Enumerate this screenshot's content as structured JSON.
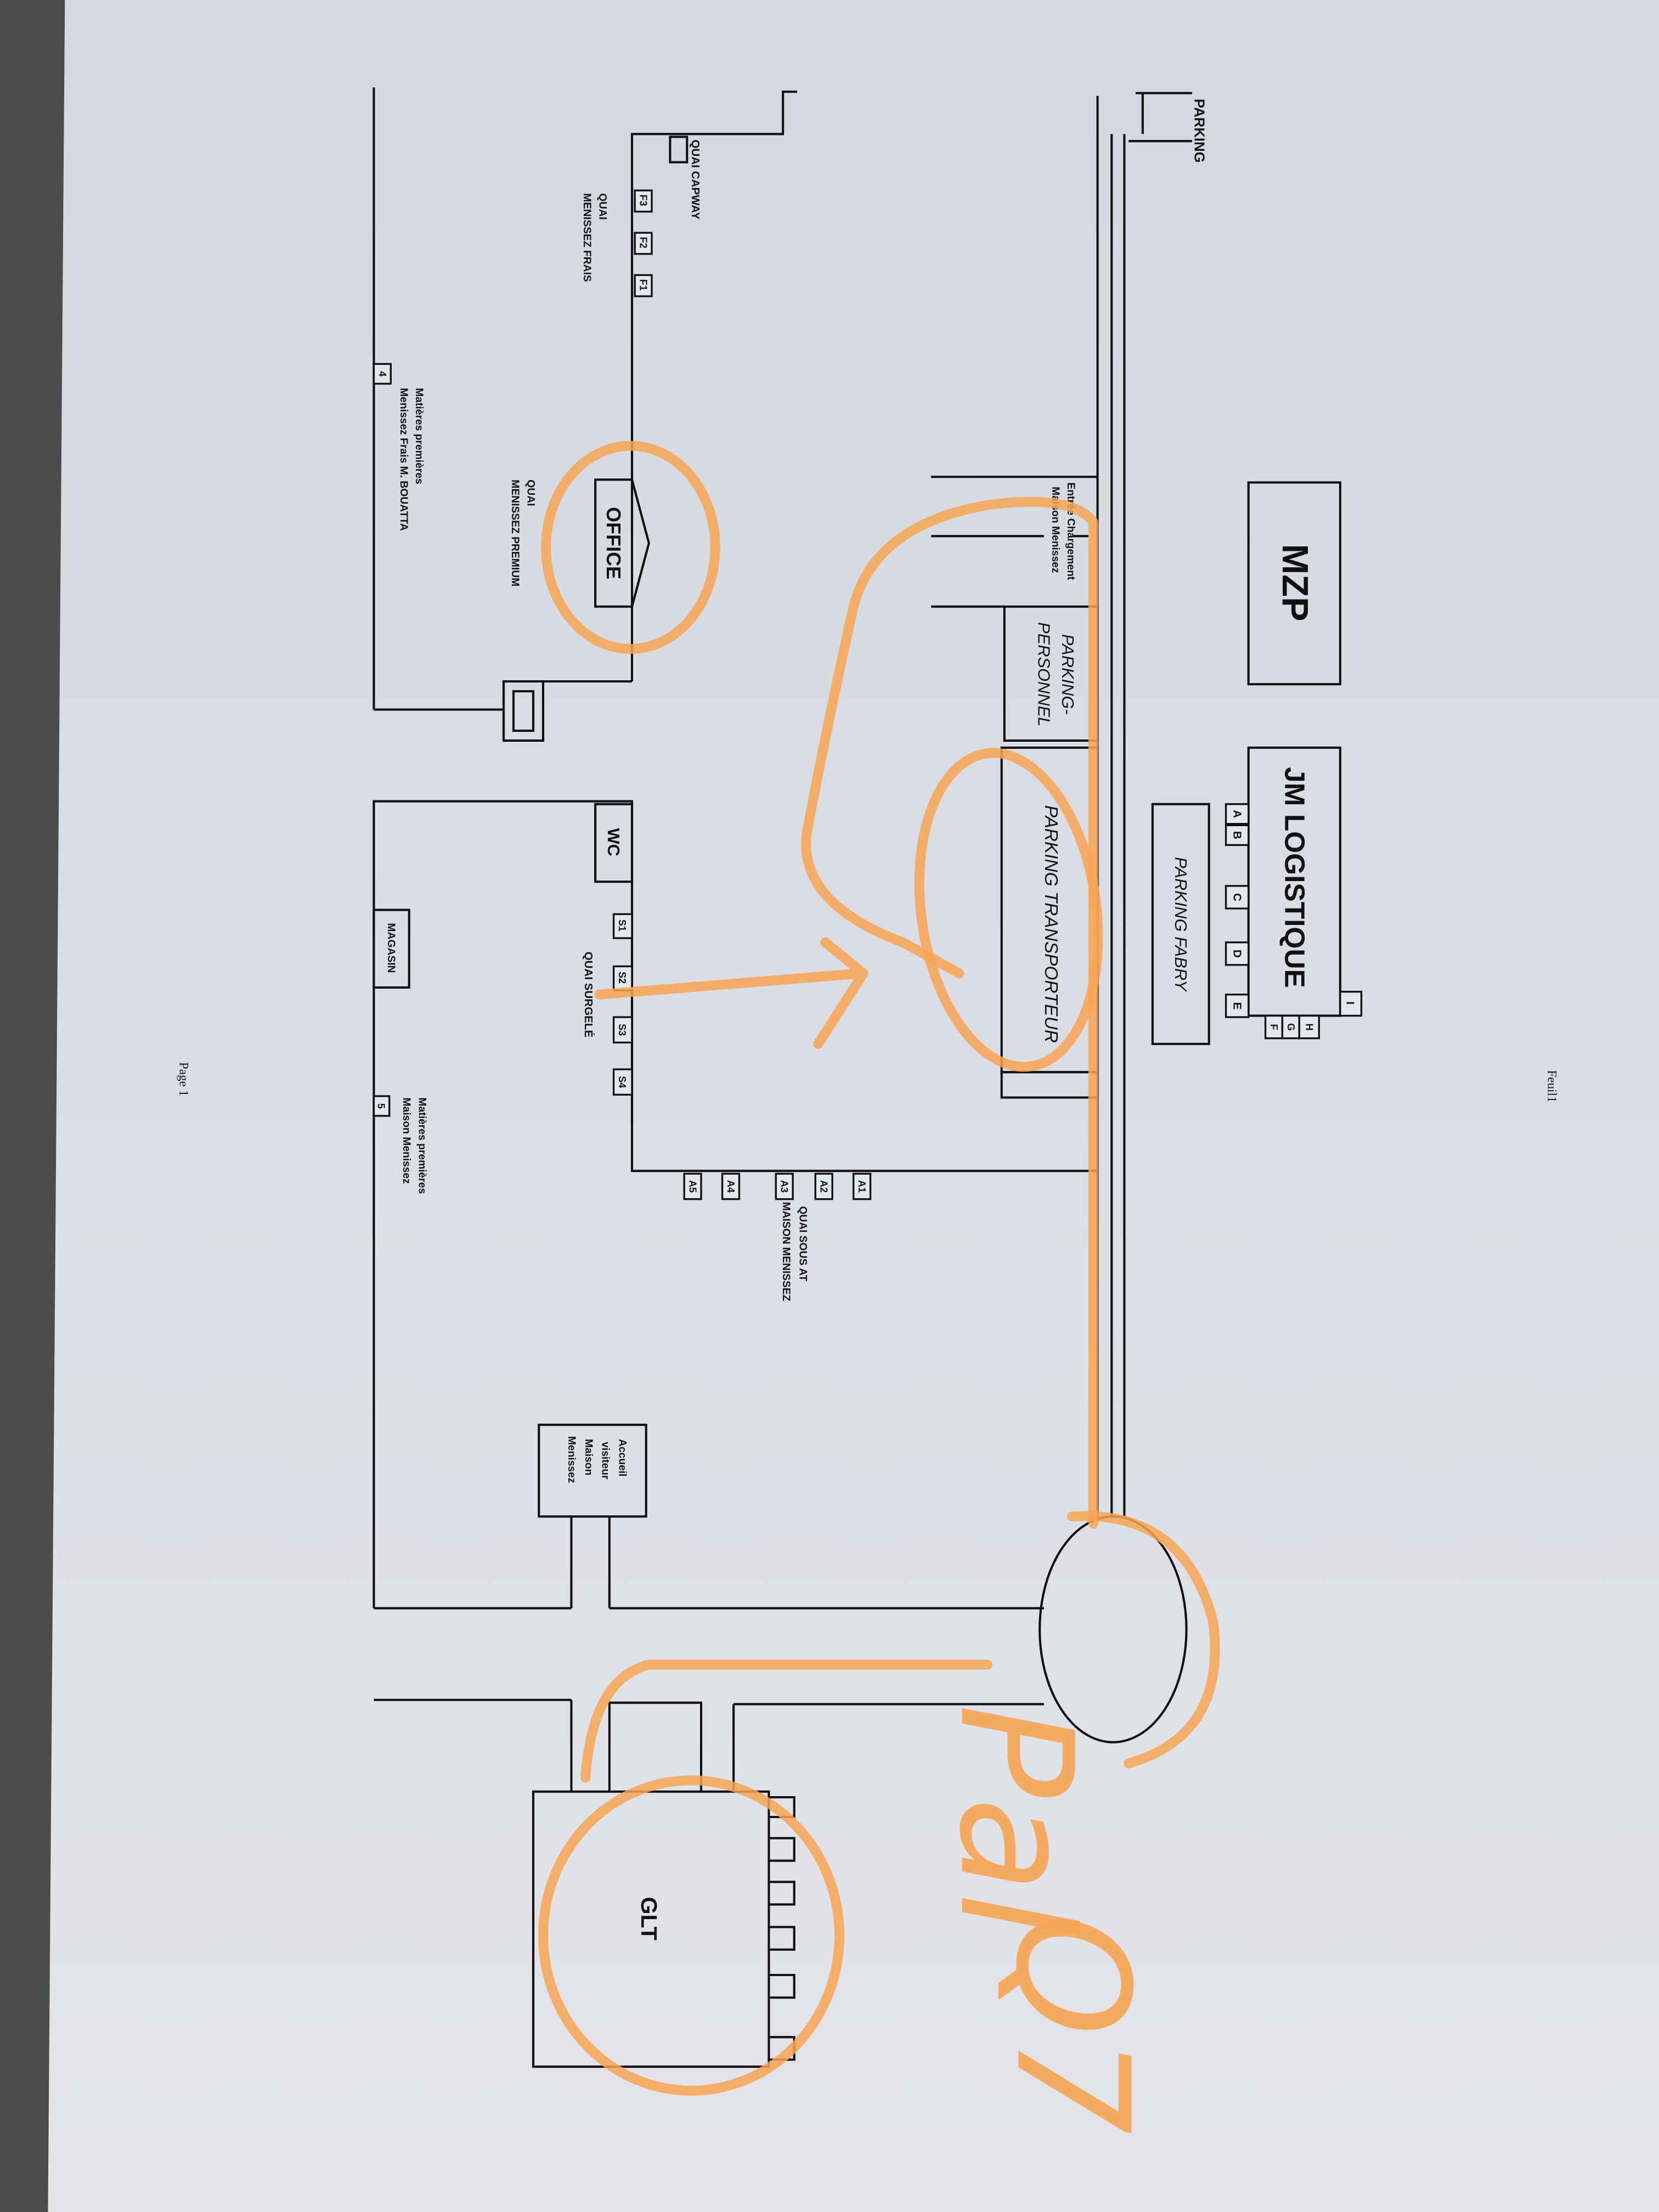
{
  "page": {
    "sheet_name": "Feuil1",
    "page_label": "Page 1"
  },
  "colors": {
    "paper": "#d9dde4",
    "ink": "#111111",
    "highlighter": "#f7a552",
    "background": "#4a4d4c"
  },
  "labels": {
    "parking": "PARKING",
    "mzp": "MZP",
    "jm_logistique": "JM LOGISTIQUE",
    "parking_fabry": "PARKING FABRY",
    "parking_personnel_1": "PARKING-",
    "parking_personnel_2": "PERSONNEL",
    "parking_transporteur": "PARKING TRANSPORTEUR",
    "entree_1": "Entrée Chargement",
    "entree_2": "Maison Menissez",
    "quai_capway": "QUAI CAPWAY",
    "quai_frais_1": "QUAI",
    "quai_frais_2": "MENISSEZ FRAIS",
    "office": "OFFICE",
    "quai_premium_1": "QUAI",
    "quai_premium_2": "MENISSEZ PREMIUM",
    "mp_frais_1": "Matières premières",
    "mp_frais_2": "Menissez Frais M. BOUATTA",
    "wc": "WC",
    "quai_surgele": "QUAI SURGELÉ",
    "magasin": "MAGASIN",
    "mp_maison_1": "Matières premières",
    "mp_maison_2": "Maison Menissez",
    "quai_sous_at_1": "QUAI SOUS AT",
    "quai_sous_at_2": "MAISON MENISSEZ",
    "accueil": [
      "Accueil",
      "visiteur",
      "Maison",
      "Menissez"
    ],
    "glt": "GLT"
  },
  "docks": {
    "jm": [
      "A",
      "B",
      "C",
      "D",
      "E",
      "F",
      "G",
      "H",
      "I"
    ],
    "frais": [
      "F3",
      "F2",
      "F1"
    ],
    "surgele": [
      "S1",
      "S2",
      "S3",
      "S4"
    ],
    "sous_at": [
      "A1",
      "A2",
      "A3",
      "A4",
      "A5"
    ],
    "mp": [
      "4",
      "5"
    ]
  },
  "annotation": {
    "line1": "Pal",
    "line2": "Q7"
  }
}
